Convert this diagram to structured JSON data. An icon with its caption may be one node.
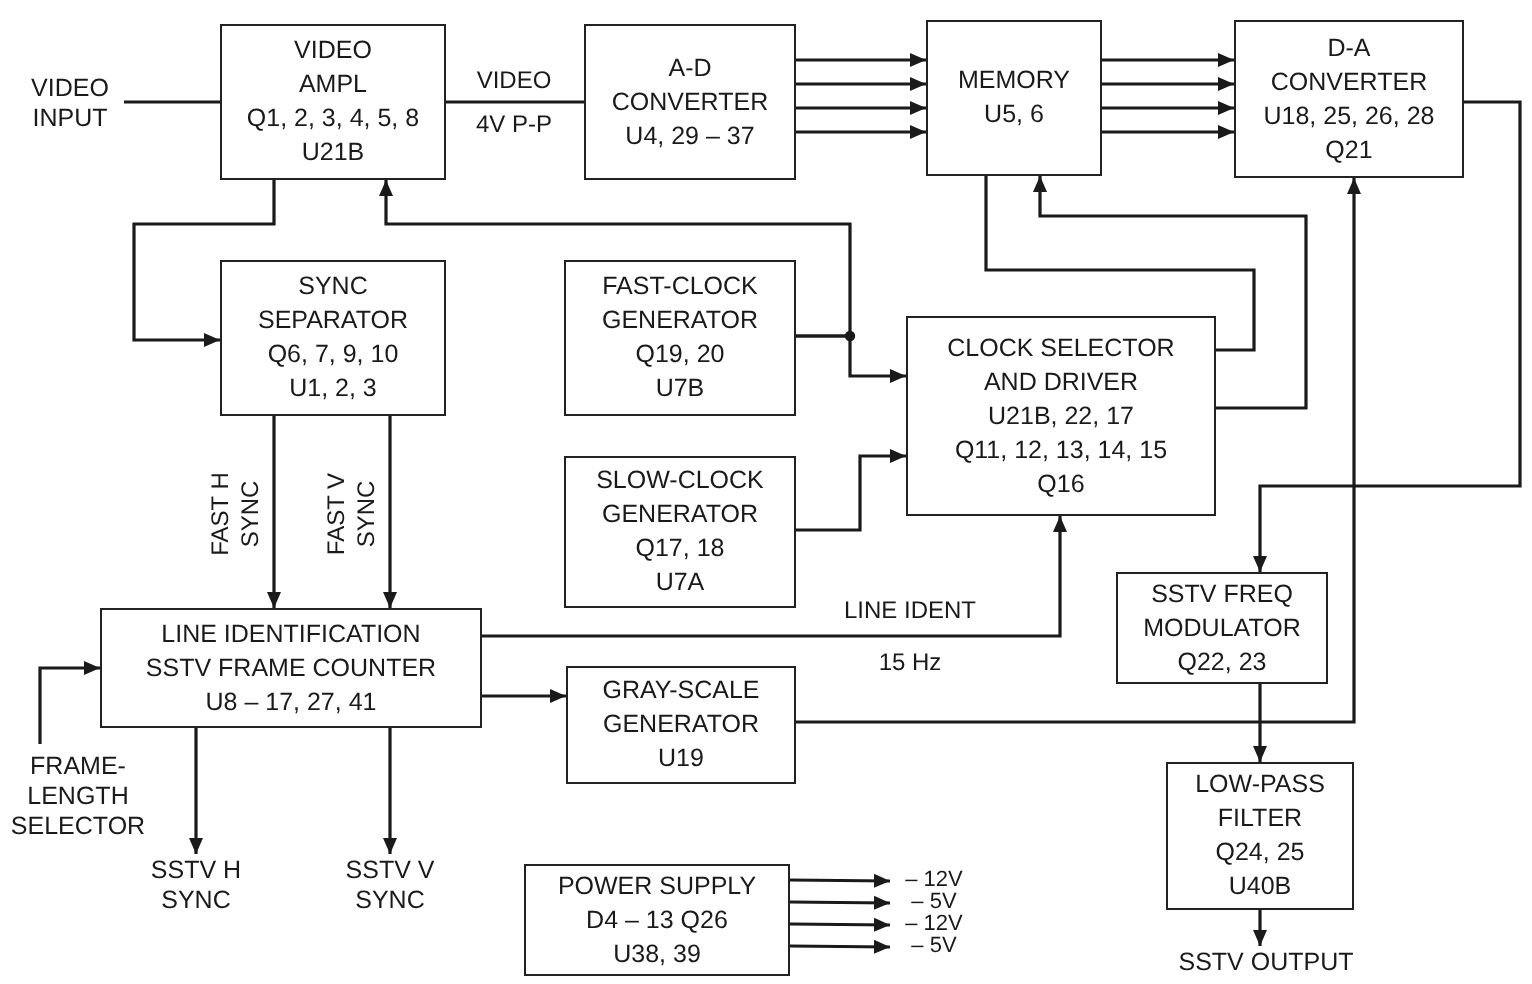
{
  "diagram": {
    "nodes": [
      {
        "text": [
          "VIDEO INPUT"
        ]
      },
      {
        "text": [
          "VIDEO AMPL",
          "Q1, 2, 3, 4, 5, 8",
          "U21B"
        ]
      },
      {
        "text": [
          "A-D CONVERTER",
          "U4, 29 – 37"
        ]
      },
      {
        "text": [
          "MEMORY",
          "U5, 6"
        ]
      },
      {
        "text": [
          "D-A CONVERTER",
          "U18, 25, 26, 28",
          "Q21"
        ]
      },
      {
        "text": [
          "SYNC SEPARATOR",
          "Q6, 7, 9, 10",
          "U1, 2, 3"
        ]
      },
      {
        "text": [
          "FAST-CLOCK GENERATOR",
          "Q19, 20",
          "U7B"
        ]
      },
      {
        "text": [
          "CLOCK SELECTOR AND DRIVER",
          "U21B, 22, 17",
          "Q11, 12, 13, 14, 15",
          "Q16"
        ]
      },
      {
        "text": [
          "SLOW-CLOCK GENERATOR",
          "Q17, 18",
          "U7A"
        ]
      },
      {
        "text": [
          "LINE IDENTIFICATION SSTV FRAME COUNTER",
          "U8 – 17, 27, 41"
        ]
      },
      {
        "text": [
          "SSTV FREQ MODULATOR",
          "Q22, 23"
        ]
      },
      {
        "text": [
          "GRAY-SCALE GENERATOR",
          "U19"
        ]
      },
      {
        "text": [
          "FRAME-LENGTH SELECTOR"
        ]
      },
      {
        "text": [
          "LOW-PASS FILTER",
          "Q24, 25",
          "U40B"
        ]
      },
      {
        "text": [
          "SSTV H SYNC"
        ]
      },
      {
        "text": [
          "SSTV V SYNC"
        ]
      },
      {
        "text": [
          "POWER SUPPLY",
          "D4 – 13 Q26",
          "U38, 39"
        ]
      },
      {
        "text": [
          "– 12V"
        ]
      },
      {
        "text": [
          "– 5V"
        ]
      },
      {
        "text": [
          "– 12V"
        ]
      },
      {
        "text": [
          "– 5V"
        ]
      },
      {
        "text": [
          "SSTV OUTPUT"
        ]
      }
    ],
    "edges": [
      {
        "from": 0,
        "to": 1,
        "arrow": "none"
      },
      {
        "from": 1,
        "to": 2,
        "arrow": "none",
        "label": "VIDEO 4V P-P"
      },
      {
        "from": 2,
        "to": 3,
        "arrow": "to"
      },
      {
        "from": 2,
        "to": 3,
        "arrow": "to"
      },
      {
        "from": 2,
        "to": 3,
        "arrow": "to"
      },
      {
        "from": 2,
        "to": 3,
        "arrow": "to"
      },
      {
        "from": 3,
        "to": 4,
        "arrow": "to"
      },
      {
        "from": 3,
        "to": 4,
        "arrow": "to"
      },
      {
        "from": 3,
        "to": 4,
        "arrow": "to"
      },
      {
        "from": 3,
        "to": 4,
        "arrow": "to"
      },
      {
        "from": 1,
        "to": 5,
        "arrow": "to"
      },
      {
        "from": 6,
        "to": 1,
        "arrow": "to"
      },
      {
        "from": 6,
        "to": 7,
        "arrow": "to"
      },
      {
        "from": 8,
        "to": 7,
        "arrow": "to"
      },
      {
        "from": 7,
        "to": 3,
        "arrow": "none"
      },
      {
        "from": 7,
        "to": 3,
        "arrow": "to"
      },
      {
        "from": 4,
        "to": 10,
        "arrow": "to"
      },
      {
        "from": 11,
        "to": 4,
        "arrow": "to"
      },
      {
        "from": 9,
        "to": 7,
        "arrow": "to",
        "label": "LINE IDENT 15 Hz"
      },
      {
        "from": 9,
        "to": 11,
        "arrow": "to"
      },
      {
        "from": 5,
        "to": 9,
        "arrow": "to",
        "label": "FAST H SYNC"
      },
      {
        "from": 5,
        "to": 9,
        "arrow": "to",
        "label": "FAST V SYNC"
      },
      {
        "from": 12,
        "to": 9,
        "arrow": "to"
      },
      {
        "from": 9,
        "to": 14,
        "arrow": "to"
      },
      {
        "from": 9,
        "to": 15,
        "arrow": "to"
      },
      {
        "from": 10,
        "to": 13,
        "arrow": "to"
      },
      {
        "from": 13,
        "to": 21,
        "arrow": "to"
      },
      {
        "from": 16,
        "to": 17,
        "arrow": "to"
      },
      {
        "from": 16,
        "to": 18,
        "arrow": "to"
      },
      {
        "from": 16,
        "to": 19,
        "arrow": "to"
      },
      {
        "from": 16,
        "to": 20,
        "arrow": "to"
      }
    ]
  }
}
